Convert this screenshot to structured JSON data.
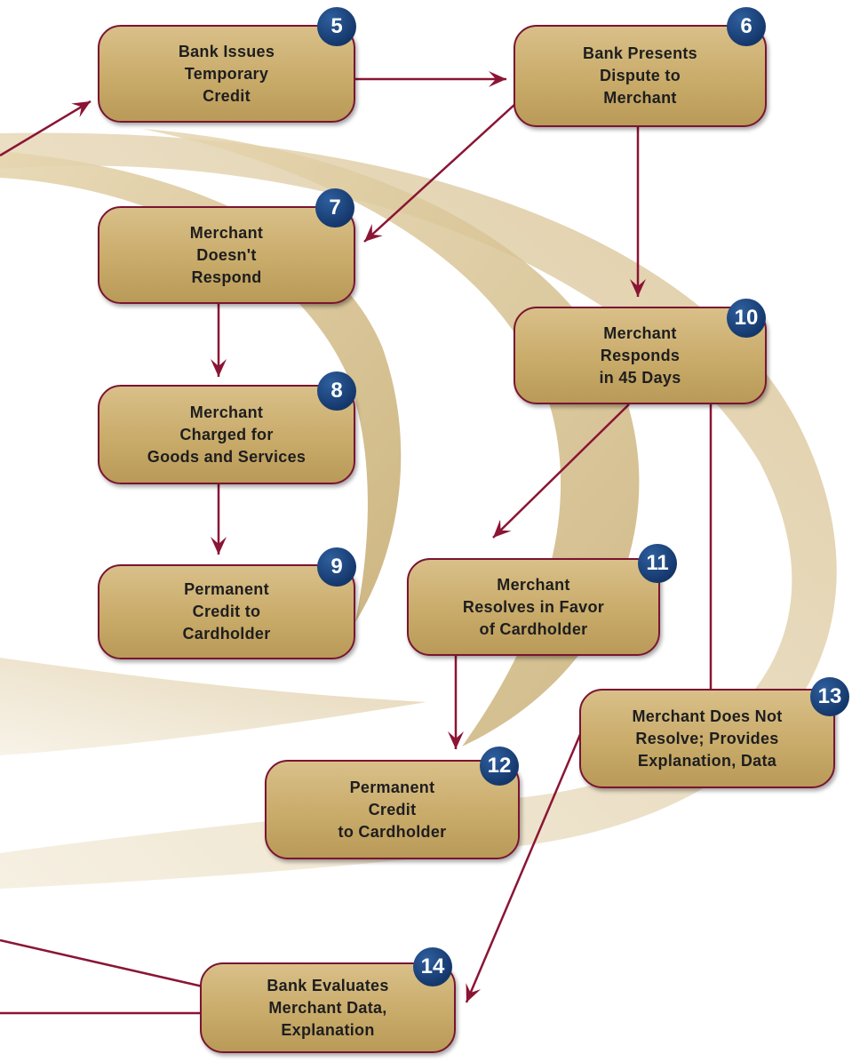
{
  "colors": {
    "box_fill": "#cdb06f",
    "box_border": "#7a1530",
    "arrow": "#8a1535",
    "badge": "#15386c",
    "swoosh": "#d8c59a"
  },
  "steps": [
    {
      "id": "s5",
      "number": "5",
      "label": "Bank Issues\nTemporary\nCredit"
    },
    {
      "id": "s6",
      "number": "6",
      "label": "Bank Presents\nDispute to\nMerchant"
    },
    {
      "id": "s7",
      "number": "7",
      "label": "Merchant\nDoesn't\nRespond"
    },
    {
      "id": "s8",
      "number": "8",
      "label": "Merchant\nCharged for\nGoods and Services"
    },
    {
      "id": "s9",
      "number": "9",
      "label": "Permanent\nCredit to\nCardholder"
    },
    {
      "id": "s10",
      "number": "10",
      "label": "Merchant\nResponds\nin 45 Days"
    },
    {
      "id": "s11",
      "number": "11",
      "label": "Merchant\nResolves in Favor\nof Cardholder"
    },
    {
      "id": "s12",
      "number": "12",
      "label": "Permanent\nCredit\nto Cardholder"
    },
    {
      "id": "s13",
      "number": "13",
      "label": "Merchant Does Not\nResolve; Provides\nExplanation, Data"
    },
    {
      "id": "s14",
      "number": "14",
      "label": "Bank Evaluates\nMerchant Data,\nExplanation"
    }
  ]
}
